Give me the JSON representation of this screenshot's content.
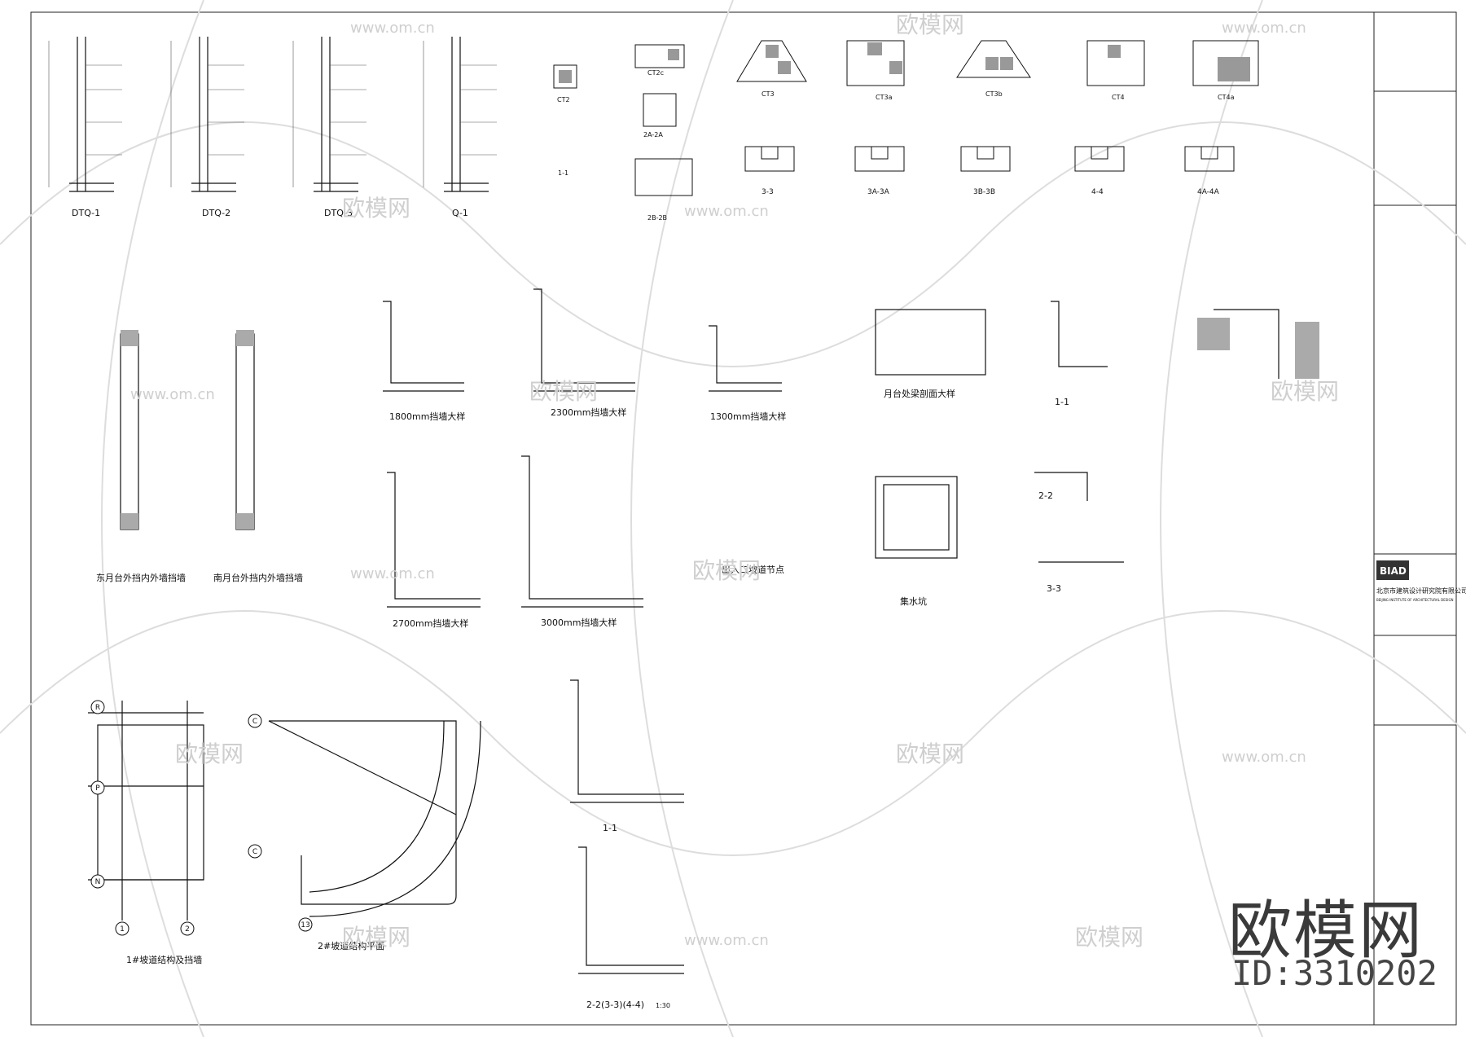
{
  "titleblock": {
    "logo": "BIAD",
    "company_cn": "北京市建筑设计研究院有限公司",
    "company_en": "BEIJING INSTITUTE OF ARCHITECTURAL DESIGN"
  },
  "watermark": {
    "brand_cn": "欧模网",
    "site": "www.om.cn",
    "corner_cn": "欧模网",
    "id": "ID:3310202"
  },
  "labels": {
    "dtq1": "DTQ-1",
    "dtq2": "DTQ-2",
    "dtq3": "DTQ-3",
    "q1": "Q-1",
    "ct2": "CT2",
    "ct2c": "CT2c",
    "sec1": "1-1",
    "sec2a": "2A-2A",
    "sec2b": "2B-2B",
    "ct3": "CT3",
    "ct3a": "CT3a",
    "ct3b": "CT3b",
    "ct4": "CT4",
    "ct4a": "CT4a",
    "s33": "3-3",
    "s3a3a": "3A-3A",
    "s3b3b": "3B-3B",
    "s44": "4-4",
    "s4a4a": "4A-4A",
    "wall_east": "东月台外挡内外墙挡墙",
    "wall_west": "南月台外挡内外墙挡墙",
    "wall1800": "1800mm挡墙大样",
    "wall2300": "2300mm挡墙大样",
    "wall1300": "1300mm挡墙大样",
    "wall2700": "2700mm挡墙大样",
    "wall3000": "3000mm挡墙大样",
    "platform": "月台处梁剖面大样",
    "dock": "出入口坡道节点",
    "pit": "集水坑",
    "sec11a": "1-1",
    "sec22a": "2-2",
    "sec33a": "3-3",
    "sec11b": "1-1",
    "sec22b": "2-2(3-3)(4-4)",
    "ramp1": "1#坡道结构及挡墙",
    "ramp2": "2#坡道结构平面",
    "scale": "1:30",
    "axis_r": "R",
    "axis_p": "P",
    "axis_n": "N",
    "axis_1": "1",
    "axis_2": "2",
    "axis_c1": "C",
    "axis_c2": "C",
    "axis_13": "13"
  }
}
